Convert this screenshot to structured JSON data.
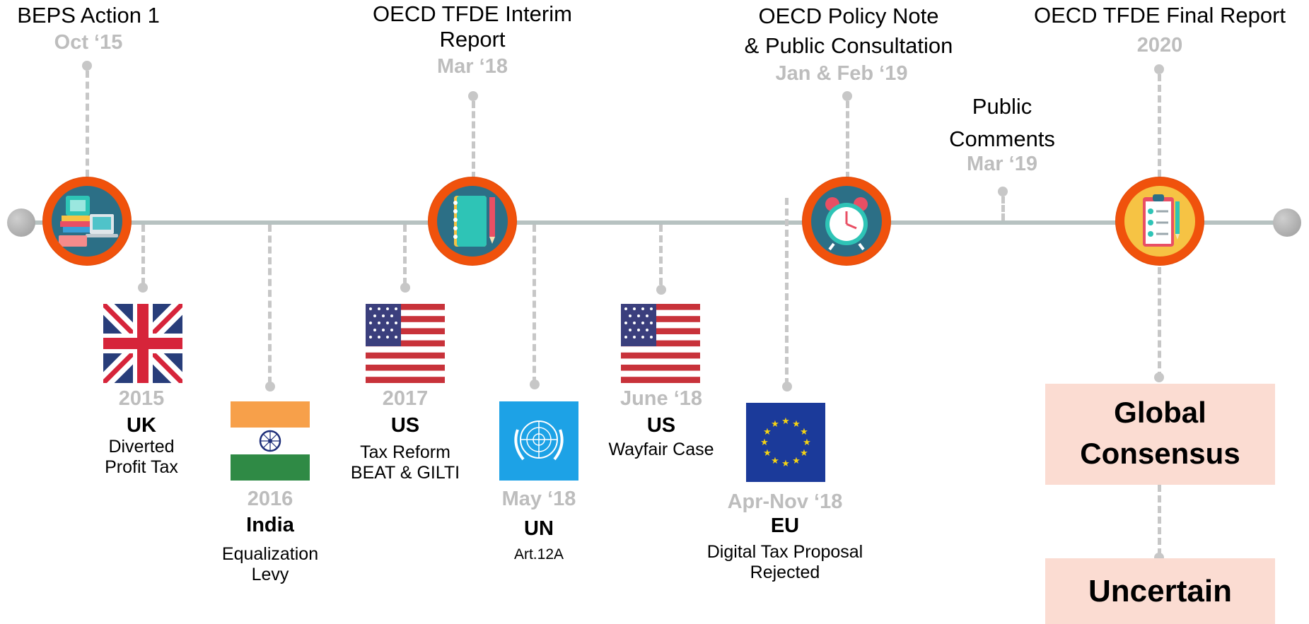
{
  "top_events": [
    {
      "title": "BEPS Action 1",
      "date": "Oct ‘15"
    },
    {
      "title": "OECD TFDE Interim Report",
      "title_lines": [
        "OECD TFDE Interim",
        "Report"
      ],
      "date": "Mar ‘18"
    },
    {
      "title": "OECD Policy Note & Public Consultation",
      "title_lines": [
        "OECD Policy Note",
        "& Public Consultation"
      ],
      "date": "Jan & Feb ‘19"
    },
    {
      "title": "Public Comments",
      "title_lines": [
        "Public",
        "Comments"
      ],
      "date": "Mar ‘19"
    },
    {
      "title": "OECD TFDE Final Report",
      "date": "2020"
    }
  ],
  "bottom_events": [
    {
      "date": "2015",
      "country": "UK",
      "desc_lines": [
        "Diverted",
        "Profit Tax"
      ],
      "flag": "uk-flag"
    },
    {
      "date": "2016",
      "country": "India",
      "desc_lines": [
        "Equalization",
        "Levy"
      ],
      "flag": "india-flag"
    },
    {
      "date": "2017",
      "country": "US",
      "desc_lines": [
        "Tax Reform",
        "BEAT & GILTI"
      ],
      "flag": "us-flag"
    },
    {
      "date": "May ‘18",
      "country": "UN",
      "desc_lines": [
        "Art.12A"
      ],
      "flag": "un-flag"
    },
    {
      "date": "June ‘18",
      "country": "US",
      "desc_lines": [
        "Wayfair Case"
      ],
      "flag": "us-flag"
    },
    {
      "date": "Apr-Nov ‘18",
      "country": "EU",
      "desc_lines": [
        "Digital Tax Proposal",
        "Rejected"
      ],
      "flag": "eu-flag"
    }
  ],
  "outcomes": {
    "primary_lines": [
      "Global",
      "Consensus"
    ],
    "alternative": "Uncertain"
  },
  "colors": {
    "milestone_ring": "#f0520c",
    "axis": "#b7c2c1",
    "connector": "#c7c7c7",
    "date_text": "#bdbdbd",
    "outcome_box": "#fbdcd2"
  },
  "icons": [
    "laptop-books-icon",
    "notebook-icon",
    "alarm-clock-icon",
    "clipboard-checklist-icon"
  ]
}
